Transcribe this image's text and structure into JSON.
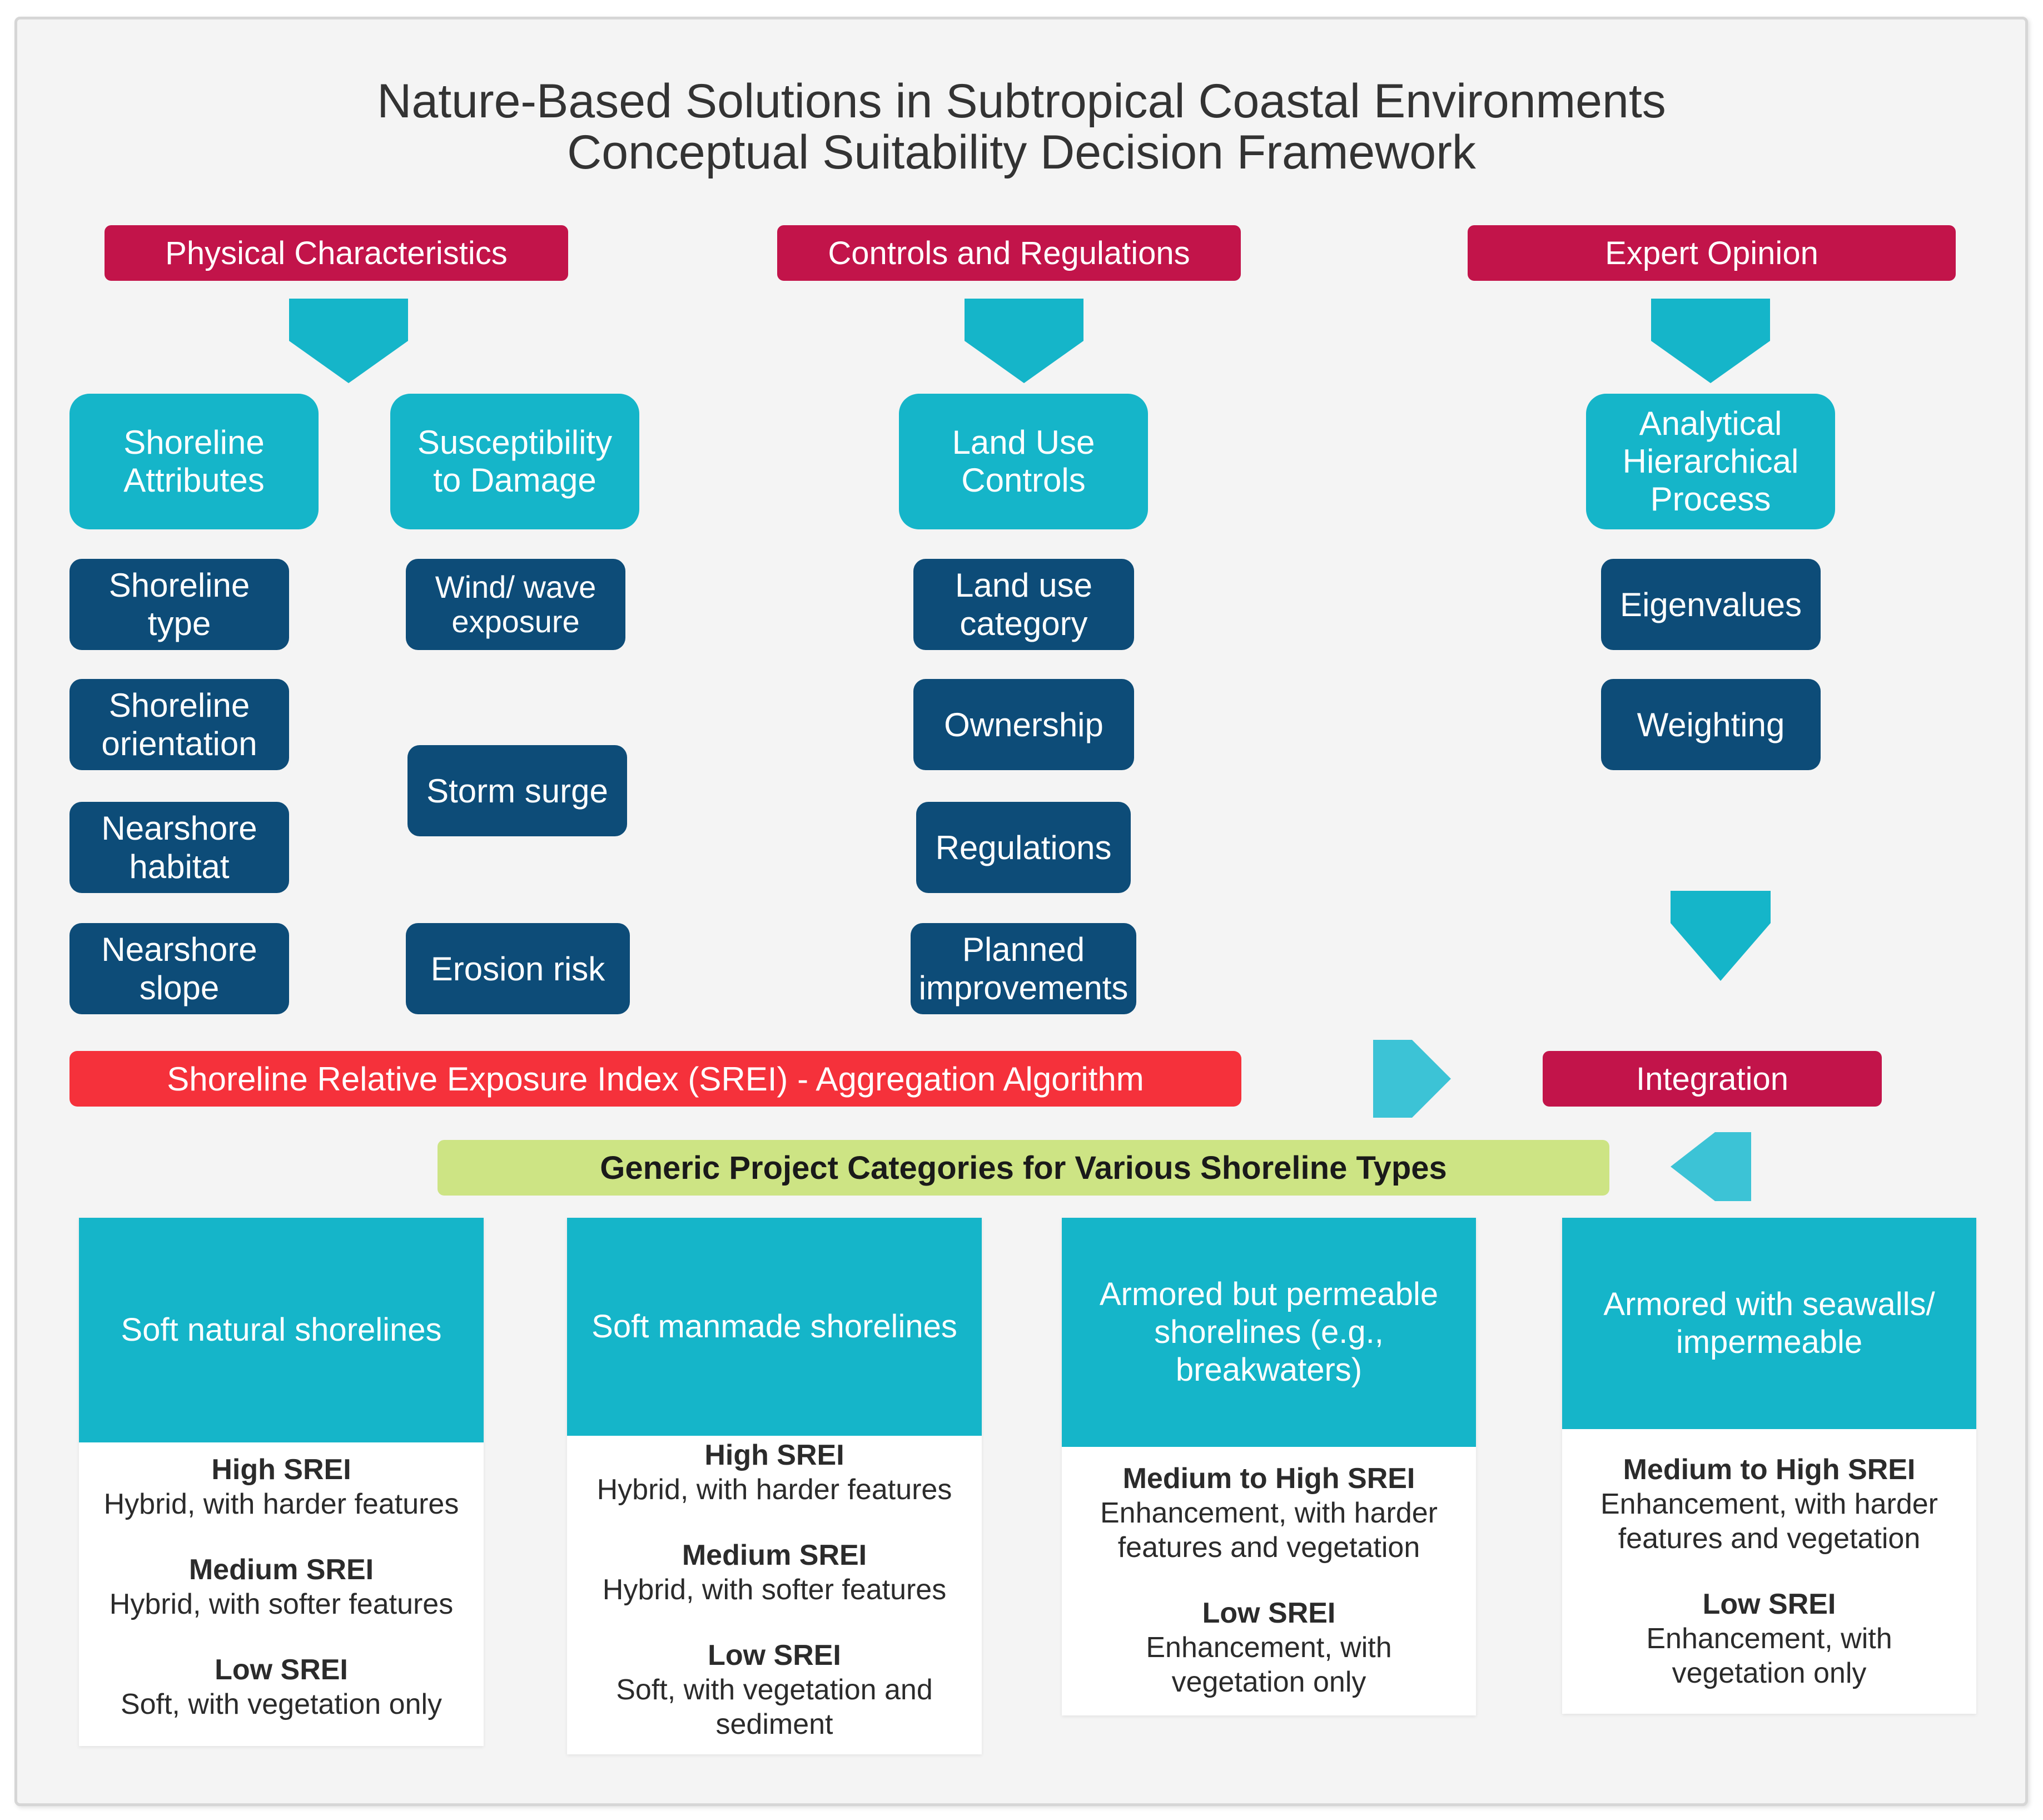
{
  "title": {
    "line1": "Nature-Based Solutions in Subtropical Coastal Environments",
    "line2": "Conceptual Suitability Decision Framework"
  },
  "headers": {
    "physical": "Physical Characteristics",
    "controls": "Controls and Regulations",
    "expert": "Expert Opinion"
  },
  "groups": {
    "shoreline_attributes": "Shoreline\nAttributes",
    "susceptibility": "Susceptibility\nto Damage",
    "land_use_controls": "Land Use\nControls",
    "ahp": "Analytical\nHierarchical\nProcess"
  },
  "attributes": {
    "shoreline_type": "Shoreline\ntype",
    "shoreline_orientation": "Shoreline\norientation",
    "nearshore_habitat": "Nearshore\nhabitat",
    "nearshore_slope": "Nearshore\nslope"
  },
  "susceptibility_items": {
    "wind_wave": "Wind/ wave\nexposure",
    "storm_surge": "Storm surge",
    "erosion_risk": "Erosion risk"
  },
  "controls_items": {
    "land_use_category": "Land use\ncategory",
    "ownership": "Ownership",
    "regulations": "Regulations",
    "planned_improvements": "Planned\nimprovements"
  },
  "expert_items": {
    "eigenvalues": "Eigenvalues",
    "weighting": "Weighting"
  },
  "srei_bar": "Shoreline Relative Exposure Index (SREI) - Aggregation Algorithm",
  "integration": "Integration",
  "generic_bar": "Generic Project Categories for Various Shoreline Types",
  "categories": [
    {
      "title": "Soft natural shorelines",
      "levels": [
        {
          "level": "High SREI",
          "desc": "Hybrid, with harder features"
        },
        {
          "level": "Medium SREI",
          "desc": "Hybrid, with softer features"
        },
        {
          "level": "Low SREI",
          "desc": "Soft, with vegetation only"
        }
      ]
    },
    {
      "title": "Soft manmade shorelines",
      "levels": [
        {
          "level": "High SREI",
          "desc": "Hybrid, with harder features"
        },
        {
          "level": "Medium SREI",
          "desc": "Hybrid, with softer features"
        },
        {
          "level": "Low SREI",
          "desc": "Soft, with vegetation and\nsediment"
        }
      ]
    },
    {
      "title": "Armored but permeable shorelines (e.g., breakwaters)",
      "levels": [
        {
          "level": "Medium to High SREI",
          "desc": "Enhancement, with harder\nfeatures and vegetation"
        },
        {
          "level": "Low SREI",
          "desc": "Enhancement, with\nvegetation only"
        }
      ]
    },
    {
      "title": "Armored with seawalls/ impermeable",
      "levels": [
        {
          "level": "Medium to High SREI",
          "desc": "Enhancement, with harder\nfeatures and vegetation"
        },
        {
          "level": "Low SREI",
          "desc": "Enhancement, with\nvegetation only"
        }
      ]
    }
  ],
  "colors": {
    "header": "#c2144a",
    "light_teal": "#15b5c9",
    "dark_blue": "#0d4c78",
    "srei_red": "#f5313b",
    "generic_green": "#cde484"
  }
}
